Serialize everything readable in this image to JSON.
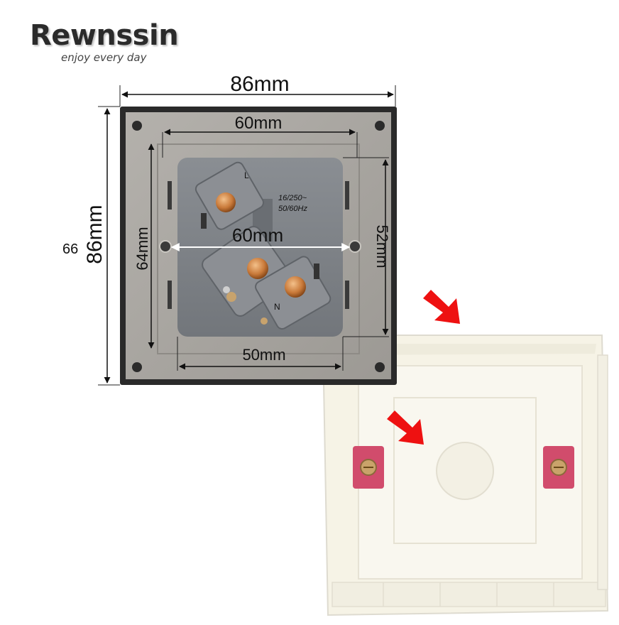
{
  "brand": {
    "name": "Rewnssin",
    "tagline": "enjoy every day"
  },
  "dimensions": {
    "outer_width": "86mm",
    "outer_height": "86mm",
    "mount_width": "60mm",
    "hole_spacing": "60mm",
    "mount_height": "64mm",
    "module_height": "52mm",
    "module_width": "50mm",
    "cut_label": "66"
  },
  "socket_labels": {
    "live": "L",
    "neutral": "N",
    "rating_line1": "16/250~",
    "rating_line2": "50/60Hz"
  },
  "colors": {
    "frame": "#2a2a2a",
    "plate": "#a9a6a1",
    "module": "#7e8287",
    "terminal": "#8c8f94",
    "box": "#f6f3e6",
    "box_edge": "#dedbd0",
    "bracket": "#d14c6c",
    "arrow": "#ee1111"
  }
}
